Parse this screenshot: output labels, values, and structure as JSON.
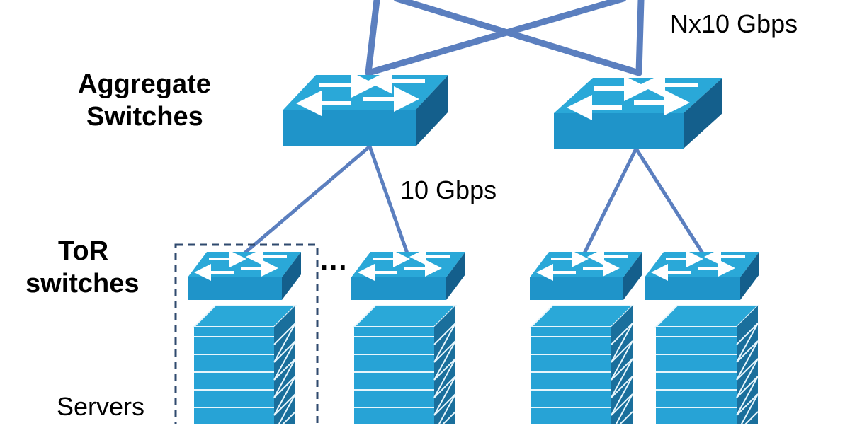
{
  "labels": {
    "uplink_speed": "Nx10 Gbps",
    "aggregate_line1": "Aggregate",
    "aggregate_line2": "Switches",
    "link_speed": "10 Gbps",
    "tor_line1": "ToR",
    "tor_line2": "switches",
    "ellipsis": "...",
    "servers": "Servers"
  },
  "icons": {
    "switch": "network-switch-icon",
    "server": "server-rack-icon"
  },
  "colors": {
    "link": "#5b7fbf",
    "switch_top": "#2aa8d8",
    "switch_front": "#1f94c9",
    "switch_side": "#145f8c",
    "switch_arrow": "#ffffff",
    "server_front": "#27a3d6",
    "server_side": "#1a6f9c",
    "dashed_box": "#2f4a6e"
  }
}
